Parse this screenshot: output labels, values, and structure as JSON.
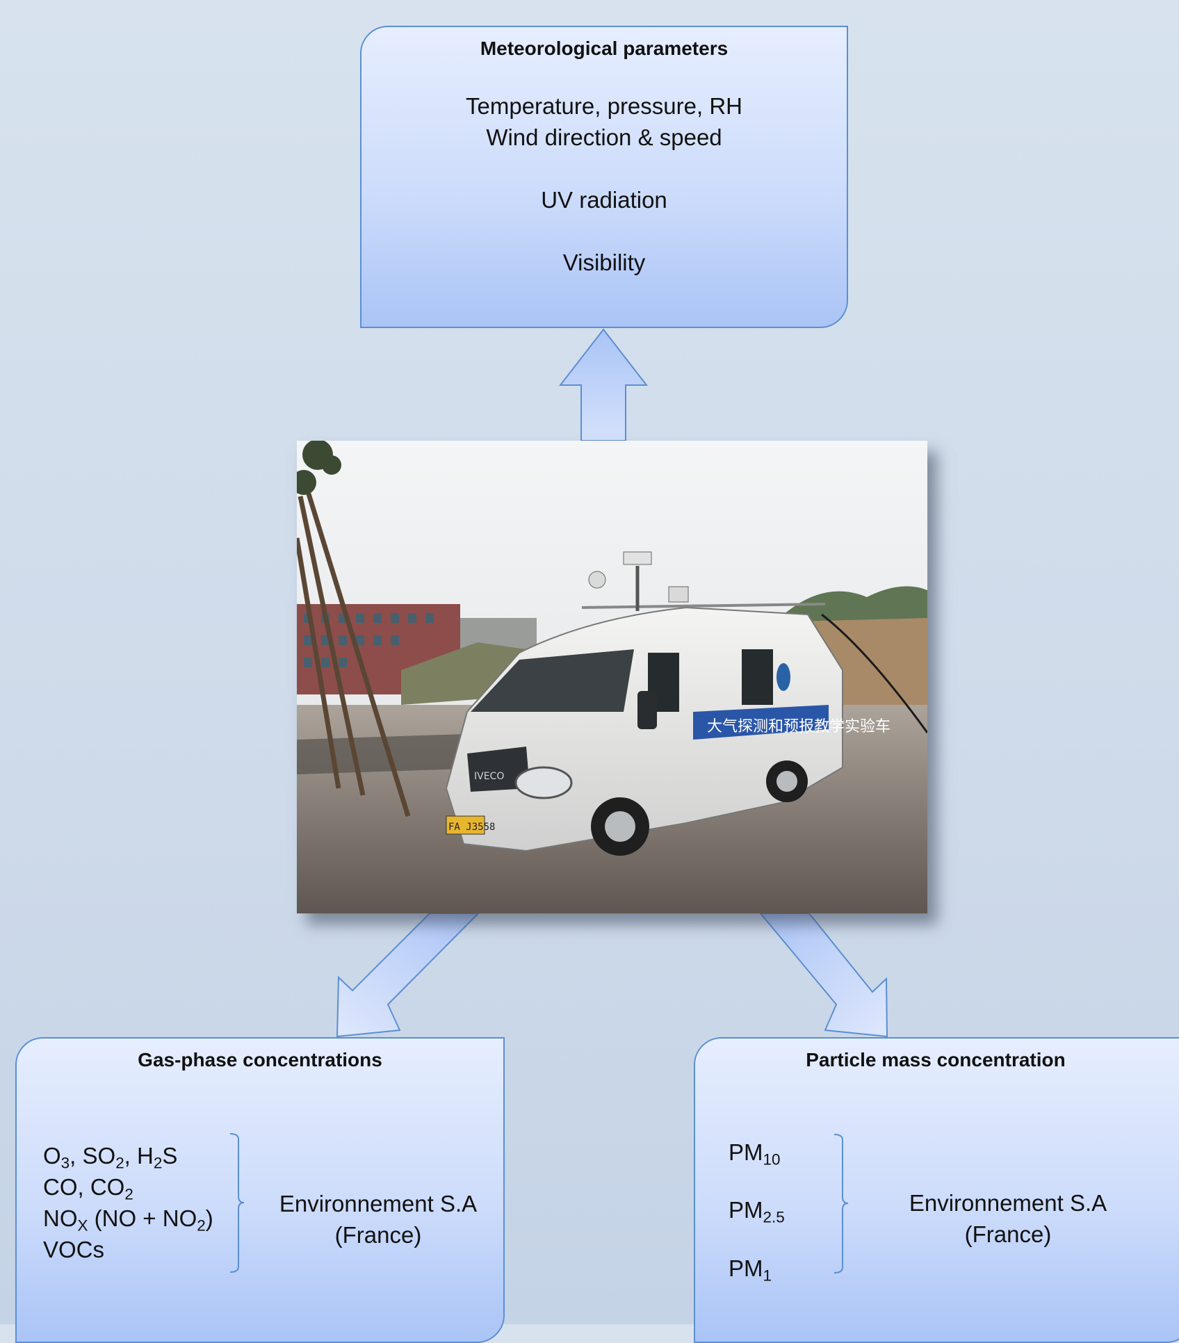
{
  "meteo": {
    "title": "Meteorological parameters",
    "line1": "Temperature, pressure, RH",
    "line2": "Wind direction & speed",
    "line3": "UV radiation",
    "line4": "Visibility"
  },
  "photo": {
    "van_banner": "大气探测和预报教学实验车",
    "plate": "FA J3558",
    "brand": "IVECO"
  },
  "gas": {
    "title": "Gas-phase concentrations",
    "l1": {
      "a": "O",
      "a_sub": "3",
      "b": ", SO",
      "b_sub": "2",
      "c": ", H",
      "c_sub": "2",
      "d": "S"
    },
    "l2": {
      "a": "CO, CO",
      "a_sub": "2"
    },
    "l3": {
      "a": "NO",
      "a_sub": "X",
      "b": " (NO + NO",
      "b_sub": "2",
      "c": ")"
    },
    "l4": "VOCs",
    "source_line1": "Environnement S.A",
    "source_line2": "(France)"
  },
  "pm": {
    "title": "Particle mass concentration",
    "pm10": {
      "a": "PM",
      "sub": "10"
    },
    "pm25": {
      "a": "PM",
      "sub": "2.5"
    },
    "pm1": {
      "a": "PM",
      "sub": "1"
    },
    "source_line1": "Environnement S.A",
    "source_line2": "(France)"
  }
}
